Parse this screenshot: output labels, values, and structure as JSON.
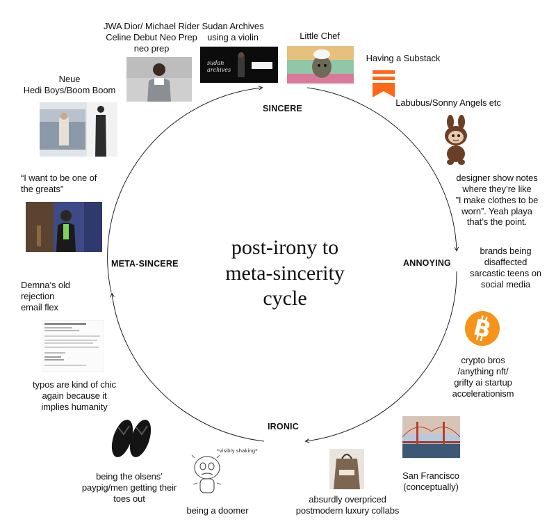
{
  "title": "post-irony to meta-sincerity cycle",
  "title_lines": [
    "post-irony to",
    "meta-sincerity",
    "cycle"
  ],
  "phases": {
    "sincere": "SINCERE",
    "annoying": "ANNOYING",
    "ironic": "IRONIC",
    "meta_sincere": "META-SINCERE"
  },
  "items": {
    "dior": [
      "JWA Dior/ Michael Rider",
      "Celine Debut Neo Prep",
      "neo prep"
    ],
    "sudan": [
      "Sudan Archives",
      "using a violin"
    ],
    "little_chef": "Little Chef",
    "substack": "Having a Substack",
    "labubu": "Labubus/Sonny Angels etc",
    "designer_notes": [
      "designer show notes",
      "where they’re like",
      "”I make clothes to be",
      "worn”. Yeah playa",
      "that’s the point."
    ],
    "brands": [
      "brands being",
      "disaffected",
      "sarcastic teens on",
      "social media"
    ],
    "crypto": [
      "crypto bros",
      "/anything nft/",
      "grifty ai startup",
      "accelerationism"
    ],
    "san_francisco": [
      "San Francisco",
      "(conceptually)"
    ],
    "luxury_collabs": [
      "absurdly overpriced",
      "postmodern luxury collabs"
    ],
    "doomer": "being a doomer",
    "doomer_caption": "*visibly shaking*",
    "olsens": [
      "being the olsens’",
      "paypig/men getting their",
      "toes out"
    ],
    "typos": [
      "typos are kind of chic",
      "again because it",
      "implies humanity"
    ],
    "demna": [
      "Demna’s old",
      "rejection",
      "email flex"
    ],
    "greats": [
      "“I want to be one of",
      "the greats”"
    ],
    "hedi": [
      "Neue",
      "Hedi Boys/Boom Boom"
    ]
  },
  "colors": {
    "ring": "#222222",
    "substack_orange": "#ff6719",
    "bitcoin_orange": "#f7931a",
    "labubu_brown": "#6b3f27",
    "greats_green": "#7fd35a"
  },
  "icons": {
    "substack": "substack-logo-icon",
    "bitcoin": "bitcoin-logo-icon"
  }
}
